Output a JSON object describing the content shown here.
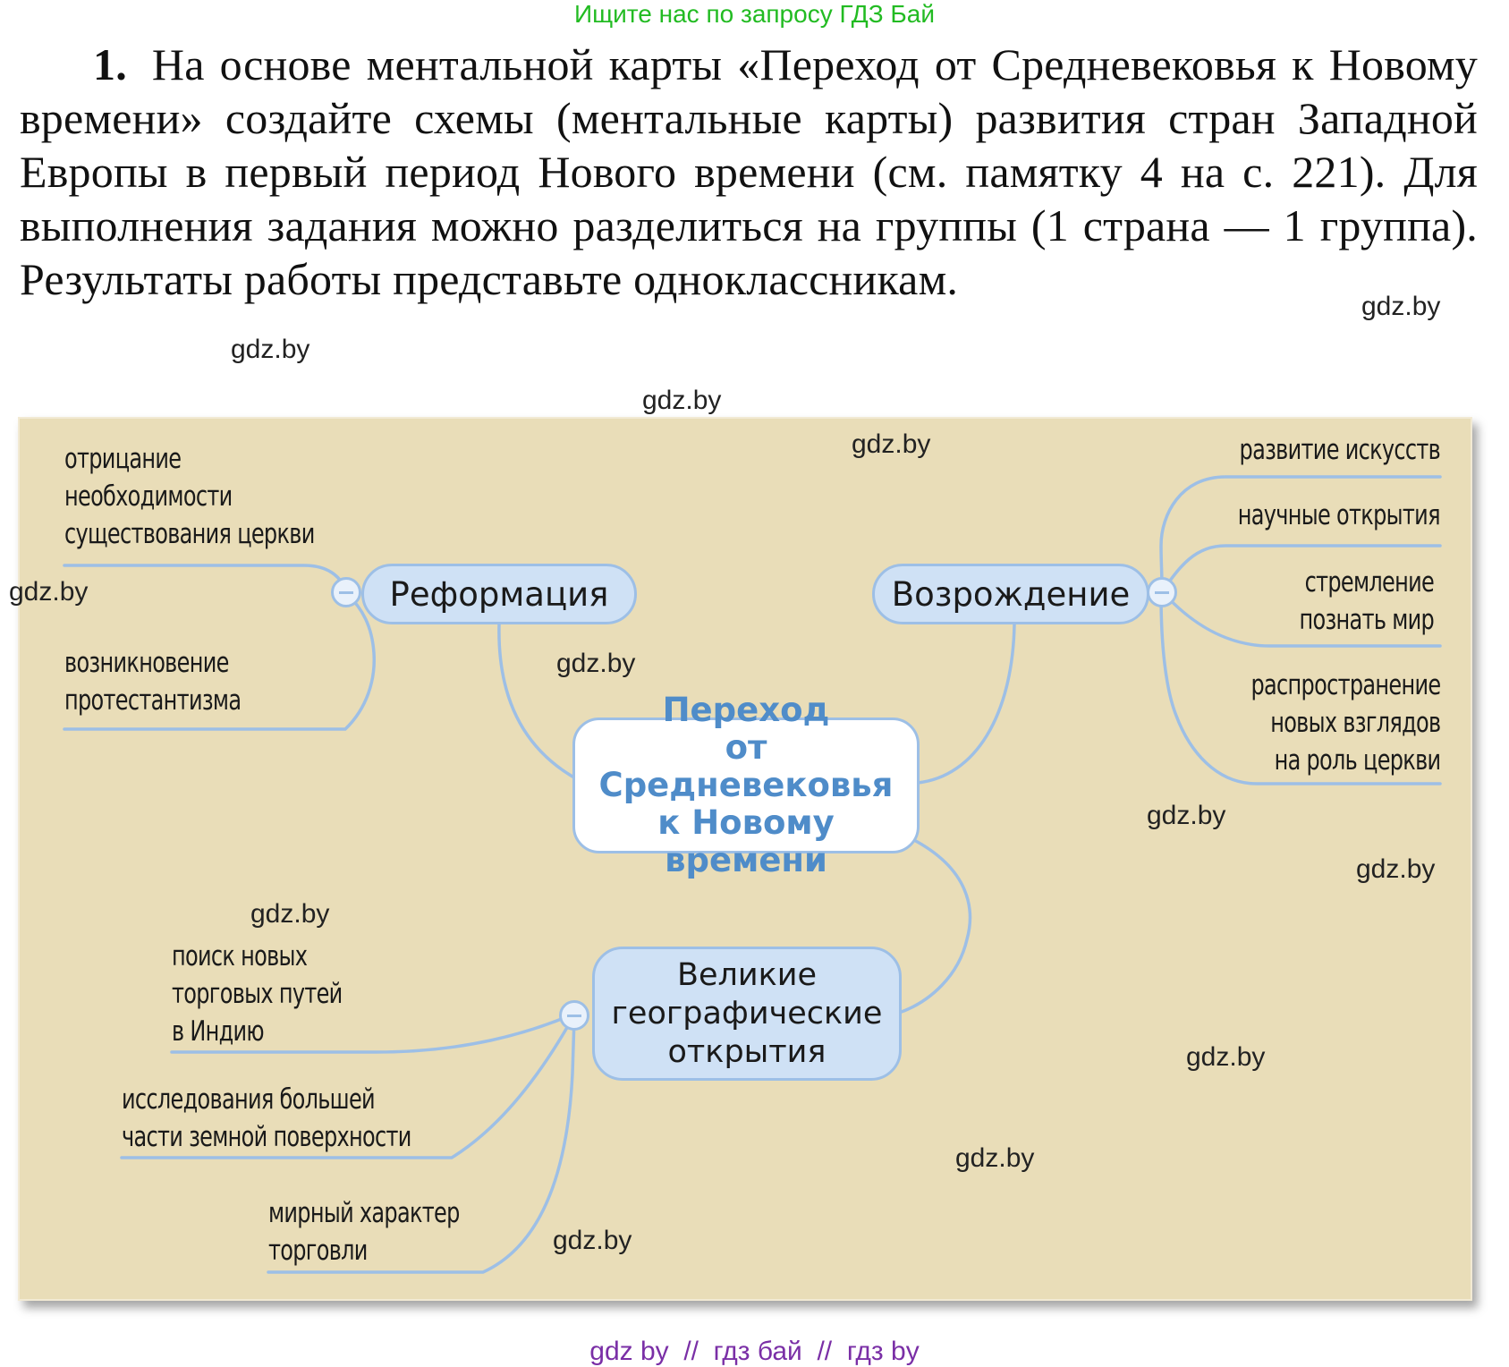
{
  "header": {
    "banner": "Ищите нас по запросу ГДЗ Бай"
  },
  "task": {
    "number": "1.",
    "text": "На основе ментальной карты «Переход от Средневековья к Новому времени» создайте схемы (ментальные карты) развития стран Западной Европы в первый период Нового времени (см. памятку 4 на с. 221). Для выполнения задания можно разделиться на группы (1 страна — 1 группа). Результаты работы представьте одноклассникам."
  },
  "watermark": "gdz.by",
  "mindmap": {
    "central": "Переход\nот Средневековья\nк Новому времени",
    "reformation": {
      "label": "Реформация",
      "leaves": [
        "отрицание\nнеобходимости\nсуществования церкви",
        "возникновение\nпротестантизма"
      ]
    },
    "renaissance": {
      "label": "Возрождение",
      "leaves": [
        "развитие искусств",
        "научные открытия",
        "стремление\nпознать мир",
        "распространение\nновых взглядов\nна роль церкви"
      ]
    },
    "discoveries": {
      "label": "Великие\nгеографические\nоткрытия",
      "leaves": [
        "поиск новых\nторговых путей\nв Индию",
        "исследования большей\nчасти земной поверхности",
        "мирный характер\nторговли"
      ]
    },
    "colors": {
      "panel": "#e9ddb8",
      "node_fill": "#cfe1f5",
      "line": "#9dbfe6",
      "central_text": "#4f8cc9"
    }
  },
  "footer": {
    "text": "gdz by  //  гдз бай  //  гдз by"
  }
}
